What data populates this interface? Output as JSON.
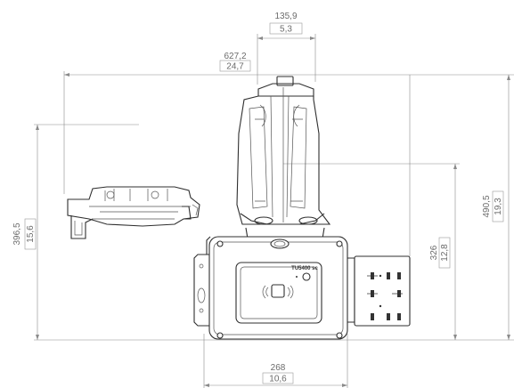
{
  "dimensions": {
    "top_width": {
      "mm": "135,9",
      "inch": "5,3"
    },
    "overall_width": {
      "mm": "627,2",
      "inch": "24,7"
    },
    "left_height": {
      "mm": "396,5",
      "inch": "15,6"
    },
    "right_height_inner": {
      "mm": "326",
      "inch": "12,8"
    },
    "right_height_outer": {
      "mm": "490,5",
      "inch": "19,3"
    },
    "bottom_width": {
      "mm": "268",
      "inch": "10,6"
    }
  },
  "device": {
    "model_label": "TU5400 sc"
  },
  "icons": {
    "rfid": "rfid-reader-icon"
  },
  "colors": {
    "line": "#8a8a8a",
    "outline": "#2f2f2f",
    "text": "#6b6b6b"
  }
}
